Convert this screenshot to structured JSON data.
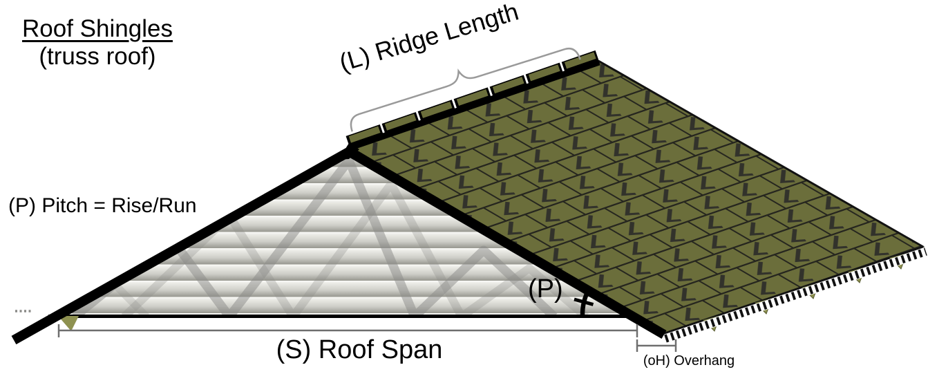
{
  "diagram": {
    "title_line1": "Roof Shingles",
    "title_line2": "(truss roof)",
    "labels": {
      "pitch_formula": "(P) Pitch = Rise/Run",
      "ridge_length": "(L) Ridge Length",
      "roof_span": "(S) Roof Span",
      "pitch_symbol": "(P)",
      "overhang": "(oH) Overhang"
    },
    "colors": {
      "shingle_olive": "#6B6E3B",
      "shingle_border": "#26261F",
      "shingle_mark": "#32322B",
      "eave_tab_olive": "#8E9150",
      "structure_black": "#000000",
      "truss_web_gray": "#8A8A87",
      "dimension_gray": "#6E6E6E",
      "brace_gray": "#9A9A9A",
      "drip_dash_black": "#111111"
    }
  }
}
